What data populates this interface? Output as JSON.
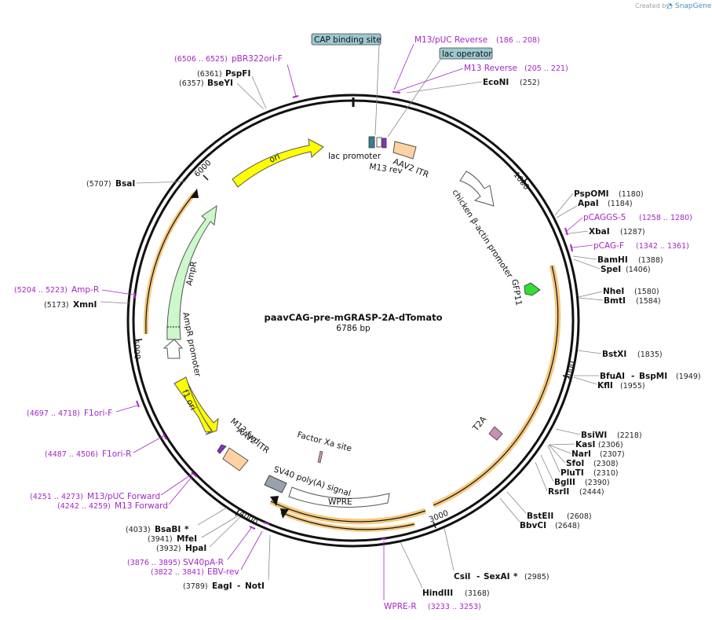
{
  "credit": {
    "text": "Created by",
    "brand": "SnapGene"
  },
  "plasmid": {
    "name": "paavCAG-pre-mGRASP-2A-dTomato",
    "length_label": "6786 bp"
  },
  "ticks": [
    "1000",
    "2000",
    "3000",
    "4000",
    "5000",
    "6000"
  ],
  "features": {
    "ori": "ori",
    "lac_promoter": "lac promoter",
    "m13_rev": "M13 rev",
    "aav2_itr_top": "AAV2 ITR",
    "chicken_promoter": "chicken β-actin promoter",
    "gfp11": "GFP11",
    "t2a": "T2A",
    "factor_xa": "Factor Xa site",
    "sv40_polya": "SV40 poly(A) signal",
    "wpre": "WPRE",
    "aav2_itr_bottom": "AAV2 ITR",
    "m13_fwd": "M13 fwd",
    "f1_ori": "f1 ori",
    "ampr_promoter": "AmpR promoter",
    "ampr": "AmpR"
  },
  "callouts": {
    "cap_site": "CAP binding site",
    "lac_operator": "lac operator"
  },
  "enzymes": {
    "psp_fi": {
      "pos": "(6361)",
      "name": "PspFI"
    },
    "bse_yi": {
      "pos": "(6357)",
      "name": "BseYI"
    },
    "eco_ni": {
      "name": "EcoNI",
      "pos": "(252)"
    },
    "psp_omi": {
      "name": "PspOMI",
      "pos": "(1180)"
    },
    "apa_i": {
      "name": "ApaI",
      "pos": "(1184)"
    },
    "xba_i": {
      "name": "XbaI",
      "pos": "(1287)"
    },
    "bam_hi": {
      "name": "BamHI",
      "pos": "(1388)"
    },
    "spe_i": {
      "name": "SpeI",
      "pos": "(1406)"
    },
    "nhe_i": {
      "name": "NheI",
      "pos": "(1580)"
    },
    "bmt_i": {
      "name": "BmtI",
      "pos": "(1584)"
    },
    "bst_xi": {
      "name": "BstXI",
      "pos": "(1835)"
    },
    "bfu_ai": {
      "name": "BfuAI",
      "sep": "-",
      "name2": "BspMI",
      "pos": "(1949)"
    },
    "kfl_i": {
      "name": "KflI",
      "pos": "(1955)"
    },
    "bsi_wi": {
      "name": "BsiWI",
      "pos": "(2218)"
    },
    "kas_i": {
      "name": "KasI",
      "pos": "(2306)"
    },
    "nar_i": {
      "name": "NarI",
      "pos": "(2307)"
    },
    "sfo_i": {
      "name": "SfoI",
      "pos": "(2308)"
    },
    "plu_ti": {
      "name": "PluTI",
      "pos": "(2310)"
    },
    "bgl_ii": {
      "name": "BglII",
      "pos": "(2390)"
    },
    "rsr_ii": {
      "name": "RsrII",
      "pos": "(2444)"
    },
    "bst_eii": {
      "name": "BstEII",
      "pos": "(2608)"
    },
    "bbv_ci": {
      "name": "BbvCI",
      "pos": "(2648)"
    },
    "csi_i": {
      "name": "CsiI",
      "sep": "-",
      "name2": "SexAI",
      "star": "*",
      "pos": "(2985)"
    },
    "hind_iii": {
      "name": "HindIII",
      "pos": "(3168)"
    },
    "bsa_i": {
      "pos": "(5707)",
      "name": "BsaI"
    },
    "xmn_i": {
      "pos": "(5173)",
      "name": "XmnI"
    },
    "bsa_bi": {
      "pos": "(4033)",
      "name": "BsaBI",
      "star": "*"
    },
    "mfe_i": {
      "pos": "(3941)",
      "name": "MfeI"
    },
    "hpa_i": {
      "pos": "(3932)",
      "name": "HpaI"
    },
    "eag_i": {
      "pos": "(3789)",
      "name": "EagI",
      "sep": "-",
      "name2": "NotI"
    }
  },
  "primers": {
    "pbr322ori_f": {
      "pos": "(6506 .. 6525)",
      "name": "pBR322ori-F"
    },
    "m13_puc_rev": {
      "name": "M13/pUC Reverse",
      "pos": "(186 .. 208)"
    },
    "m13_reverse": {
      "name": "M13 Reverse",
      "pos": "(205 .. 221)"
    },
    "pcaggs_5": {
      "name": "pCAGGS-5",
      "pos": "(1258 .. 1280)"
    },
    "pcag_f": {
      "name": "pCAG-F",
      "pos": "(1342 .. 1361)"
    },
    "amp_r": {
      "pos": "(5204 .. 5223)",
      "name": "Amp-R"
    },
    "f1ori_f": {
      "pos": "(4697 .. 4718)",
      "name": "F1ori-F"
    },
    "f1ori_r": {
      "pos": "(4487 .. 4506)",
      "name": "F1ori-R"
    },
    "m13_puc_fwd": {
      "pos": "(4251 .. 4273)",
      "name": "M13/pUC Forward"
    },
    "m13_forward": {
      "pos": "(4242 .. 4259)",
      "name": "M13 Forward"
    },
    "sv40pa_r": {
      "pos": "(3876 .. 3895)",
      "name": "SV40pA-R"
    },
    "ebv_rev": {
      "pos": "(3822 .. 3841)",
      "name": "EBV-rev"
    },
    "wpre_r": {
      "name": "WPRE-R",
      "pos": "(3233 .. 3253)"
    }
  },
  "colors": {
    "ori": "#ffff00",
    "ampr": "#ccf8cc",
    "promoter": "#ffffff",
    "itr": "#ffd1a3",
    "cds_highlight": "#f5c77e",
    "primer": "#a626c7",
    "gfp11": "#33dd33",
    "t2a": "#c98fb5",
    "polya": "#9aa3ad",
    "lacop": "#9cc8cf"
  }
}
